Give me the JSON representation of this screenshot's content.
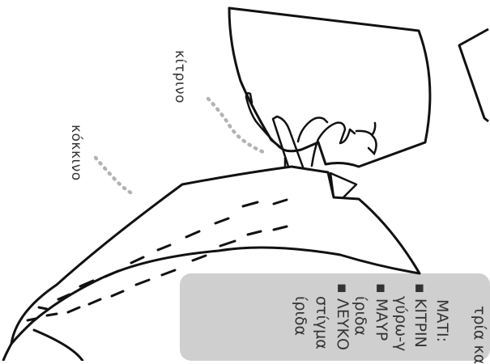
{
  "labels": {
    "yellow": "κίτρινο",
    "red": "κόκκινο"
  },
  "top_text": "τρία κα",
  "info_box": {
    "lines": [
      "ΜΑΤΙ:",
      "▪ ΚΙΤΡΙΝ",
      "γύρω-γ",
      "▪ ΜΑΥΡ",
      "ίριδα",
      "▪ ΛΕΥΚΟ",
      "στίγμα",
      "ίριδα"
    ]
  },
  "colors": {
    "ink": "#111111",
    "box_fill": "#cfcfcf",
    "dots": "#b3b3b3"
  }
}
